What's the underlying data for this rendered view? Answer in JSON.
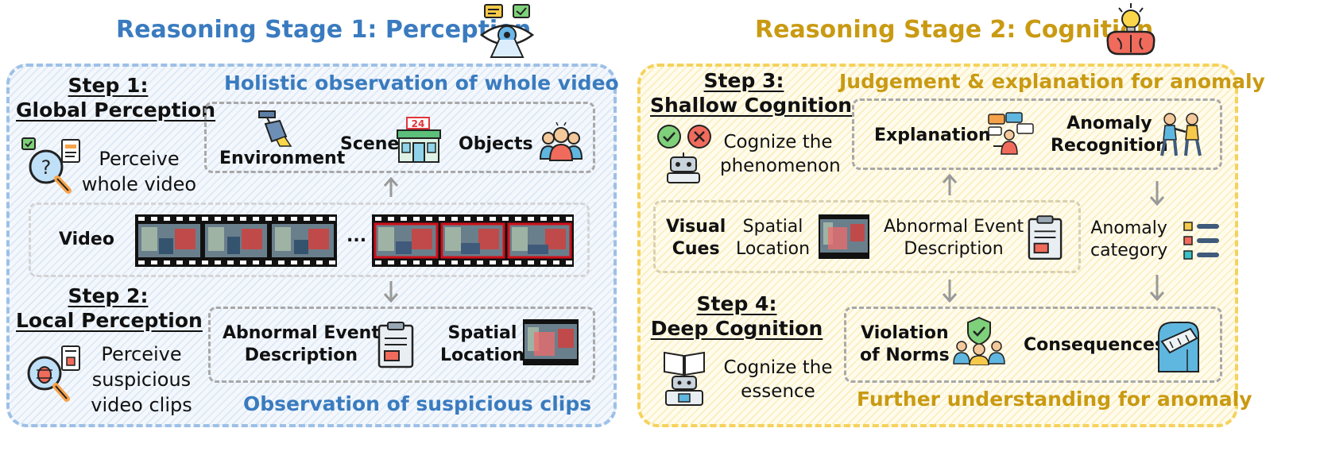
{
  "stage1": {
    "title": "Reasoning Stage 1: Perception",
    "top_heading": "Holistic observation of whole video",
    "bottom_heading": "Observation of suspicious clips",
    "step1": {
      "line1": "Step 1:",
      "line2": "Global Perception",
      "desc_line1": "Perceive",
      "desc_line2": "whole video"
    },
    "step2": {
      "line1": "Step 2:",
      "line2": "Local Perception",
      "desc_line1": "Perceive",
      "desc_line2": "suspicious",
      "desc_line3": "video clips"
    },
    "global_items": [
      "Environment",
      "Scene",
      "Objects"
    ],
    "video_label": "Video",
    "ellipsis": "...",
    "local_items": {
      "event_line1": "Abnormal Event",
      "event_line2": "Description",
      "spatial_line1": "Spatial",
      "spatial_line2": "Location"
    }
  },
  "stage2": {
    "title": "Reasoning Stage 2: Cognition",
    "top_heading": "Judgement & explanation for anomaly",
    "bottom_heading": "Further understanding for anomaly",
    "step3": {
      "line1": "Step 3:",
      "line2": "Shallow Cognition",
      "desc_line1": "Cognize the",
      "desc_line2": "phenomenon"
    },
    "step4": {
      "line1": "Step 4:",
      "line2": "Deep Cognition",
      "desc_line1": "Cognize the",
      "desc_line2": "essence"
    },
    "shallow_items": {
      "explanation": "Explanation",
      "anomaly_line1": "Anomaly",
      "anomaly_line2": "Recognition"
    },
    "visual_cues": {
      "line1": "Visual",
      "line2": "Cues",
      "spatial_line1": "Spatial",
      "spatial_line2": "Location",
      "event_line1": "Abnormal Event",
      "event_line2": "Description"
    },
    "category": {
      "line1": "Anomaly",
      "line2": "category"
    },
    "deep_items": {
      "violation_line1": "Violation",
      "violation_line2": "of Norms",
      "consequences": "Consequences"
    }
  },
  "colors": {
    "blue": "#3a7bbf",
    "yellow": "#c99a12",
    "red_frame": "#d0101a"
  },
  "icons": [
    "eye-icon",
    "brain-bulb-icon",
    "search-question-icon",
    "spotlight-icon",
    "store-24-icon",
    "people-group-icon",
    "bug-search-icon",
    "clipboard-icon",
    "chat-bubbles-icon",
    "robot-icon",
    "presentation-icon",
    "fight-icon",
    "list-icon",
    "shield-people-icon",
    "injury-arm-icon",
    "reader-robot-icon"
  ]
}
